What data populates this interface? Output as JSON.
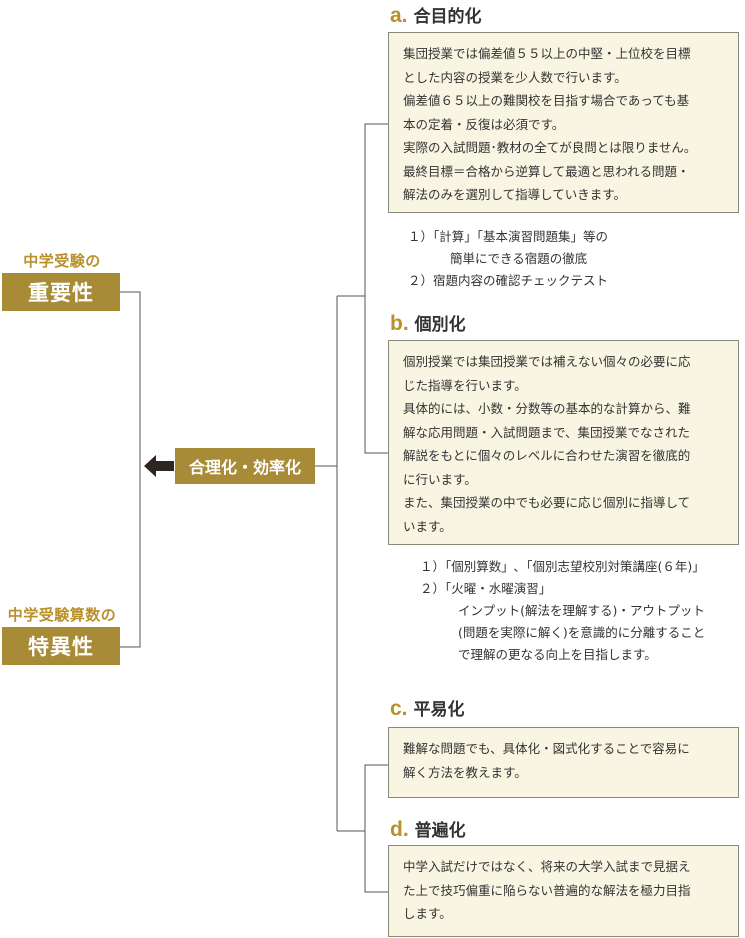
{
  "left": {
    "importance_caption": "中学受験の",
    "importance_label": "重要性",
    "specificity_caption": "中学受験算数の",
    "specificity_label": "特異性"
  },
  "center_label": "合理化・効率化",
  "sections": {
    "a": {
      "letter": "a.",
      "title": "合目的化",
      "box_lines": [
        "集団授業では偏差値５５以上の中堅・上位校を目標",
        "とした内容の授業を少人数で行います。",
        "偏差値６５以上の難関校を目指す場合であっても基",
        "本の定着・反復は必須です。",
        "実際の入試問題･教材の全てが良問とは限りません。",
        "最終目標＝合格から逆算して最適と思われる問題・",
        "解法のみを選別して指導していきます。"
      ],
      "list_lines": [
        "１）「計算」「基本演習問題集」等の",
        "簡単にできる宿題の徹底",
        "２）宿題内容の確認チェックテスト"
      ]
    },
    "b": {
      "letter": "b.",
      "title": "個別化",
      "box_lines": [
        "個別授業では集団授業では補えない個々の必要に応",
        "じた指導を行います。",
        "具体的には、小数・分数等の基本的な計算から、難",
        "解な応用問題・入試問題まで、集団授業でなされた",
        "解説をもとに個々のレベルに合わせた演習を徹底的",
        "に行います。",
        "また、集団授業の中でも必要に応じ個別に指導して",
        "います。"
      ],
      "list_lines": [
        "１）「個別算数」､「個別志望校別対策講座(６年)」",
        "２）「火曜・水曜演習」",
        "インプット(解法を理解する)・アウトプット",
        "(問題を実際に解く)を意識的に分離すること",
        "で理解の更なる向上を目指します。"
      ]
    },
    "c": {
      "letter": "c.",
      "title": "平易化",
      "box_lines": [
        "難解な問題でも、具体化・図式化することで容易に",
        "解く方法を教えます。"
      ]
    },
    "d": {
      "letter": "d.",
      "title": "普遍化",
      "box_lines": [
        "中学入試だけではなく、将来の大学入試まで見据え",
        "た上で技巧偏重に陥らない普遍的な解法を極力目指",
        "します。"
      ]
    }
  }
}
